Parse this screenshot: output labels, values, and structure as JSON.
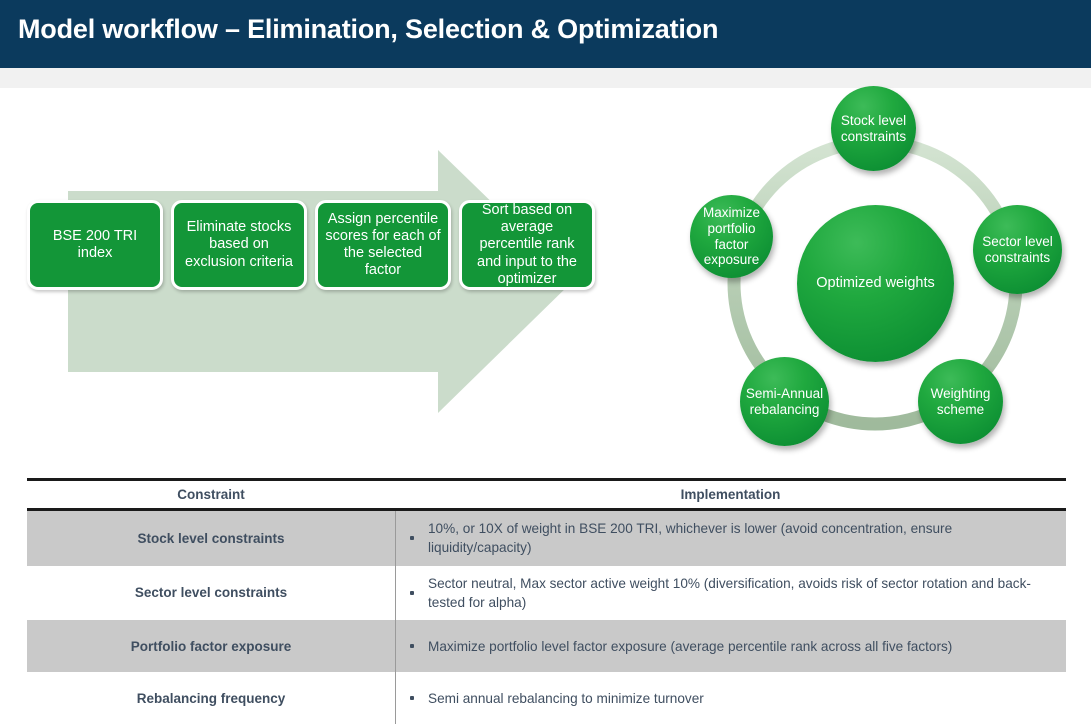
{
  "header": {
    "title": "Model workflow – Elimination, Selection & Optimization",
    "bar_color": "#0b3a5d",
    "title_color": "#ffffff"
  },
  "theme": {
    "green": "#139638",
    "light_green": "#c9dcc9",
    "table_alt_row": "#c9c9c9",
    "text_color": "#3f4e60"
  },
  "process": {
    "arrow_name": "right-arrow-shape",
    "steps": [
      {
        "label": "BSE 200 TRI index"
      },
      {
        "label": "Eliminate stocks based on exclusion criteria"
      },
      {
        "label": "Assign percentile scores for each of the selected factor"
      },
      {
        "label": "Sort based on average percentile rank and input to the optimizer"
      }
    ]
  },
  "cycle": {
    "center": {
      "label": "Optimized weights"
    },
    "nodes": [
      {
        "label": "Stock level constraints"
      },
      {
        "label": "Sector level constraints"
      },
      {
        "label": "Weighting scheme"
      },
      {
        "label": "Semi-Annual rebalancing"
      },
      {
        "label": "Maximize portfolio factor exposure"
      }
    ]
  },
  "table": {
    "headers": {
      "left": "Constraint",
      "right": "Implementation"
    },
    "rows": [
      {
        "constraint": "Stock level constraints",
        "implementation": "10%, or 10X of weight in BSE 200 TRI, whichever is lower (avoid concentration, ensure liquidity/capacity)",
        "shaded": true
      },
      {
        "constraint": "Sector level constraints",
        "implementation": "Sector neutral, Max sector active weight 10% (diversification, avoids risk of sector rotation and back-tested for alpha)",
        "shaded": false
      },
      {
        "constraint": "Portfolio factor exposure",
        "implementation": "Maximize portfolio level factor exposure (average percentile rank across all five factors)",
        "shaded": true
      },
      {
        "constraint": "Rebalancing frequency",
        "implementation": "Semi annual rebalancing to minimize turnover",
        "shaded": false
      }
    ]
  }
}
